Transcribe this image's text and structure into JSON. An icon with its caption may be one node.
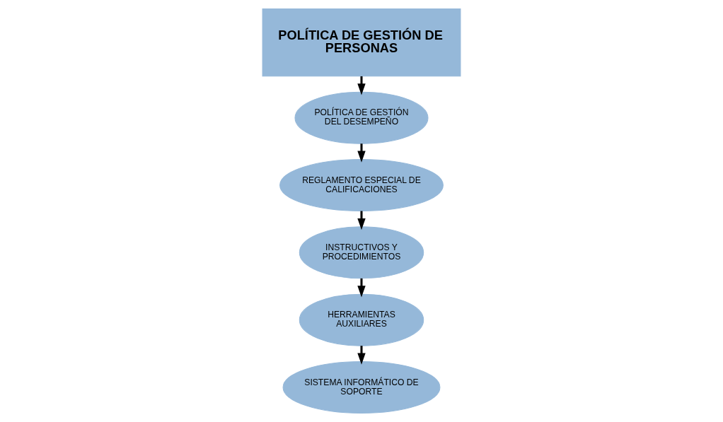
{
  "diagram": {
    "nodes": [
      {
        "text": [
          "POLÍTICA DE GESTIÓN DE PERSONAS"
        ]
      },
      {
        "text": [
          "POLÍTICA DE GESTIÓN DEL DESEMPEÑO"
        ]
      },
      {
        "text": [
          "REGLAMENTO ESPECIAL DE CALIFICACIONES"
        ]
      },
      {
        "text": [
          "INSTRUCTIVOS Y PROCEDIMIENTOS"
        ]
      },
      {
        "text": [
          "HERRAMIENTAS AUXILIARES"
        ]
      },
      {
        "text": [
          "SISTEMA INFORMÁTICO DE SOPORTE"
        ]
      }
    ],
    "edges": [
      {
        "from": 0,
        "to": 1,
        "arrow": "to"
      },
      {
        "from": 1,
        "to": 2,
        "arrow": "to"
      },
      {
        "from": 2,
        "to": 3,
        "arrow": "to"
      },
      {
        "from": 3,
        "to": 4,
        "arrow": "to"
      },
      {
        "from": 4,
        "to": 5,
        "arrow": "to"
      }
    ]
  }
}
